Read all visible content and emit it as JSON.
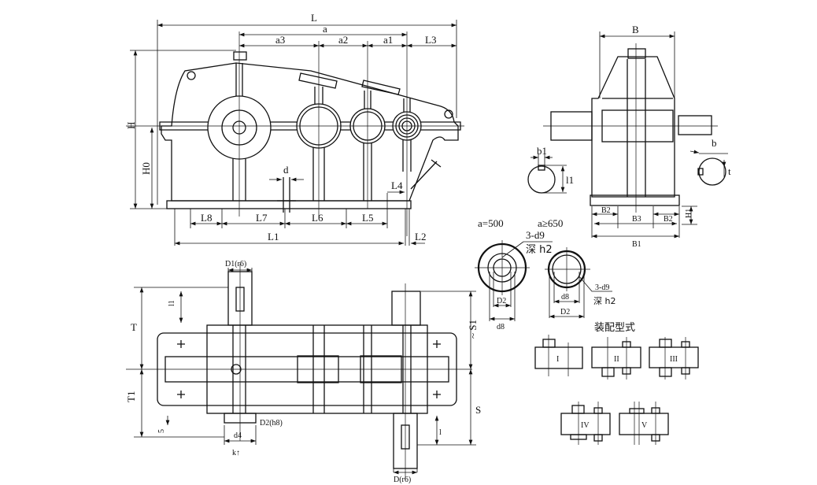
{
  "front_view": {
    "dims": {
      "L": "L",
      "a": "a",
      "a3": "a3",
      "a2": "a2",
      "a1": "a1",
      "L3": "L3",
      "H": "H",
      "H0": "H0",
      "d": "d",
      "L4": "L4",
      "L8": "L8",
      "L7": "L7",
      "L6": "L6",
      "L5": "L5",
      "L1": "L1",
      "L2": "L2"
    }
  },
  "side_view": {
    "dims": {
      "B": "B",
      "b1": "b1",
      "l1": "l1",
      "b": "b",
      "t": "t",
      "B2_left": "B2",
      "B3": "B3",
      "B2_right": "B2",
      "H1": "H1",
      "B1": "B1"
    }
  },
  "details": {
    "a500": "a=500",
    "a650": "a≥650",
    "hole_spec_1": "3-d9",
    "depth_1": "深 h2",
    "hole_spec_2": "3-d9",
    "depth_2": "深 h2",
    "D2_left": "D2",
    "d8_left": "d8",
    "d8_right": "d8",
    "D2_right": "D2"
  },
  "plan_view": {
    "dims": {
      "D1": "D1(r6)",
      "l1": "l1",
      "T": "T",
      "T1": "T1",
      "five": "5",
      "d4": "d4",
      "k": "k↑",
      "D2": "D2(h8)",
      "D": "D(r6)",
      "l": "l",
      "S": "S",
      "S1": "~ S1"
    }
  },
  "assembly": {
    "title": "装配型式",
    "types": [
      "I",
      "II",
      "III",
      "IV",
      "V"
    ]
  }
}
